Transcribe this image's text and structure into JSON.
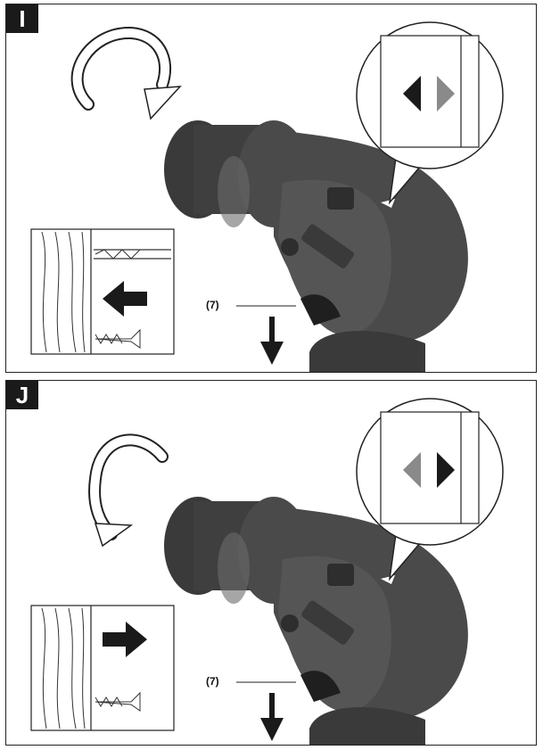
{
  "panels": [
    {
      "id": "I",
      "label": "I",
      "callout": "(7)",
      "arrow_direction": "into-wall"
    },
    {
      "id": "J",
      "label": "J",
      "callout": "(7)",
      "arrow_direction": "out-of-wall"
    }
  ],
  "colors": {
    "tool_body": "#4a4a4a",
    "tool_dark": "#2e2e2e",
    "arrow_active": "#1a1a1a",
    "arrow_inactive": "#8a8a8a"
  }
}
